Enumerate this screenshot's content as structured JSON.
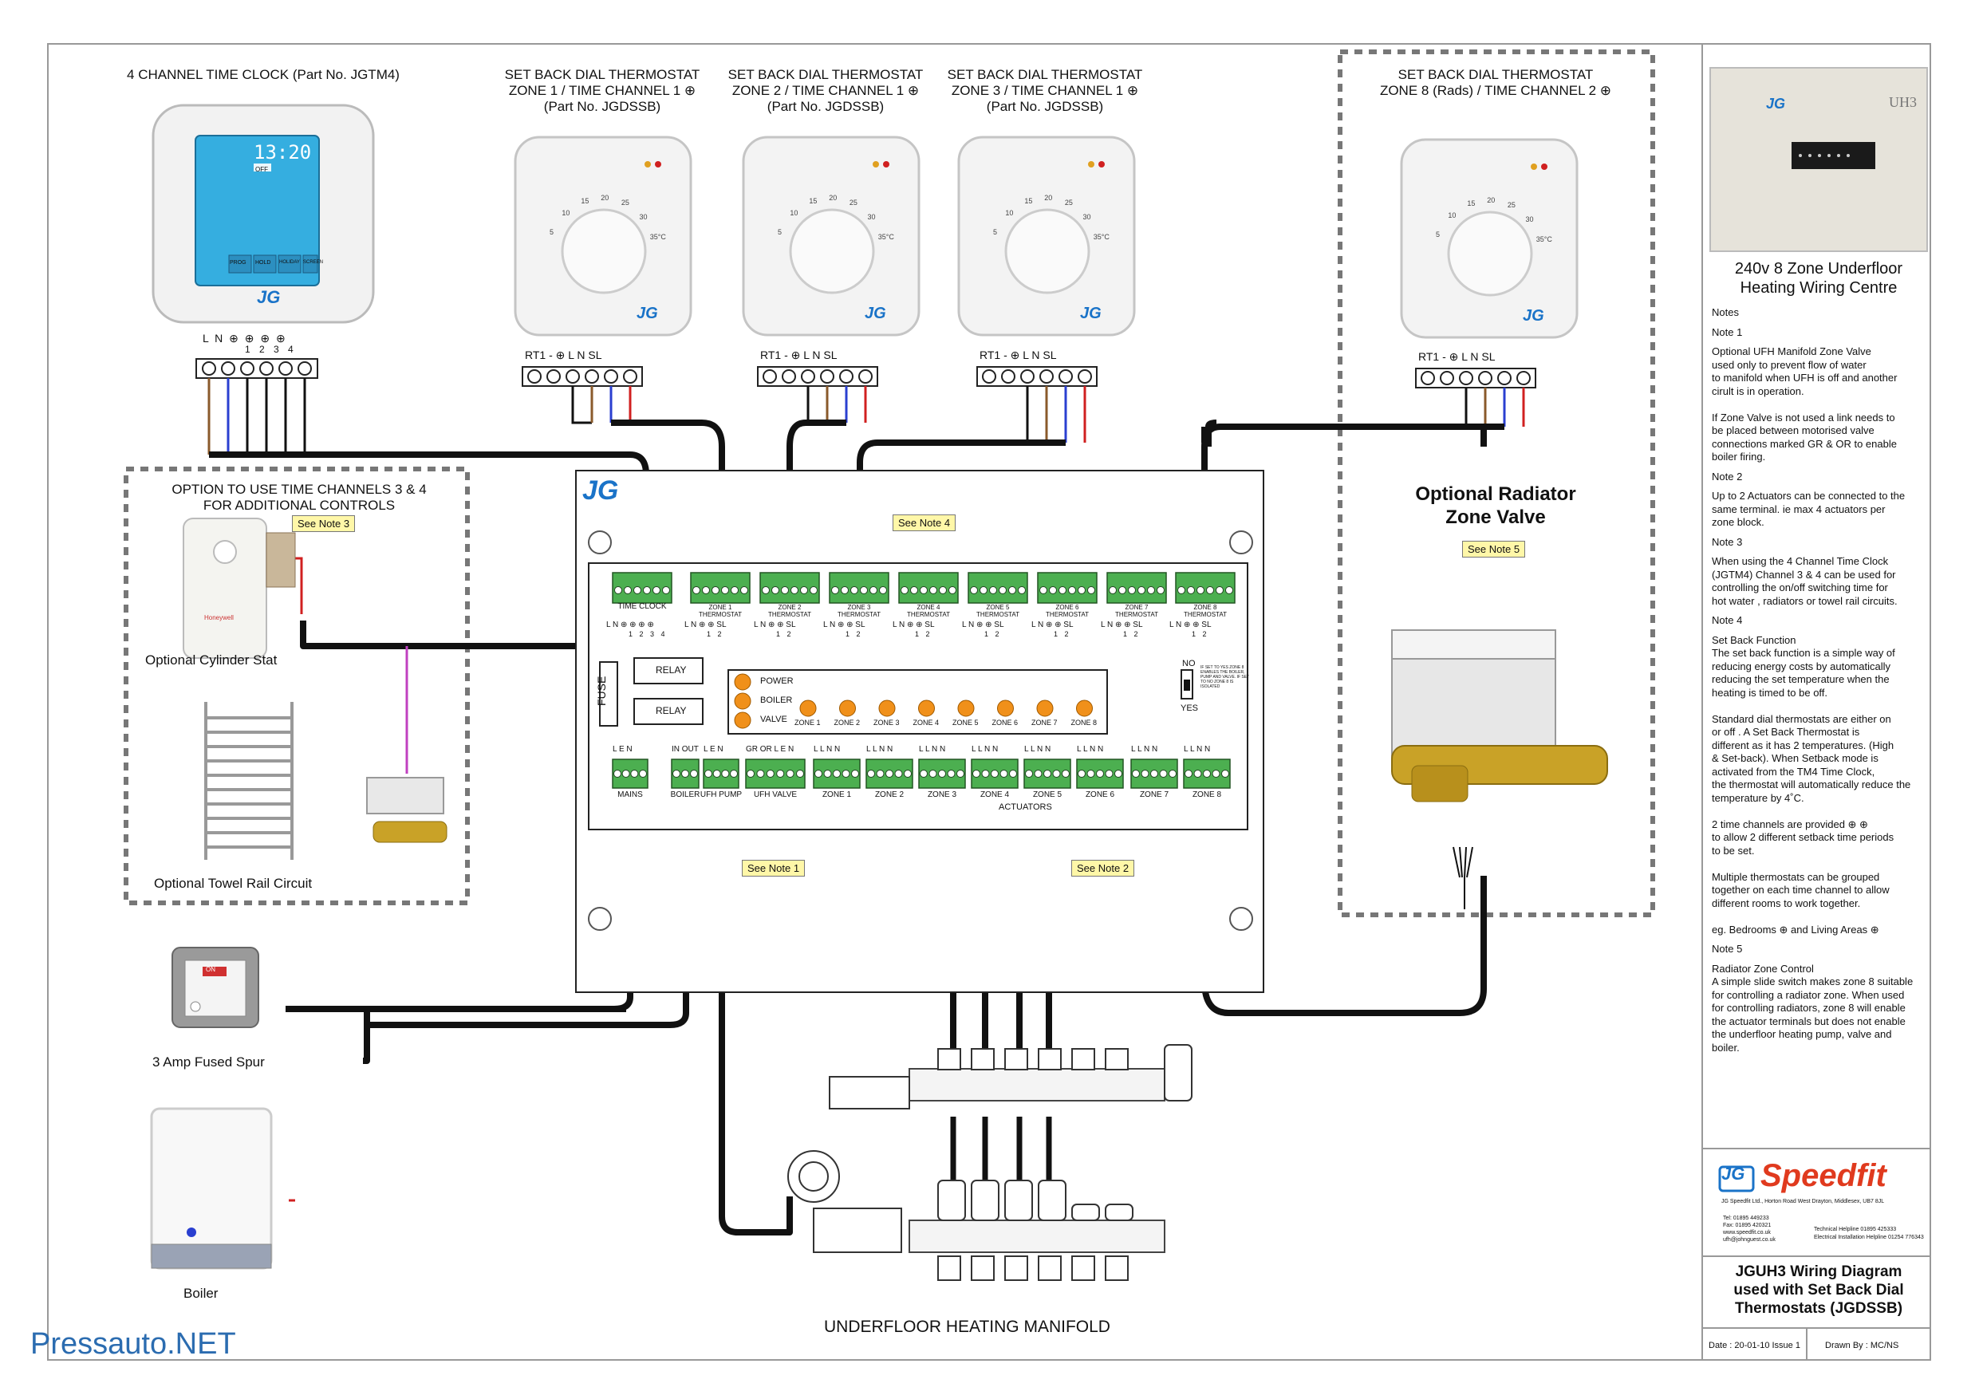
{
  "watermark": "Pressauto.NET",
  "time_clock": {
    "title": "4 CHANNEL TIME CLOCK (Part No. JGTM4)",
    "display_time": "13:20",
    "display_mode": "OFF",
    "buttons": [
      "PROG",
      "HOLD",
      "HOLIDAY",
      "SCREEN"
    ],
    "terminals": "L  N  ⊕  ⊕  ⊕  ⊕",
    "channel_numbers": "1  2  3  4"
  },
  "thermostats": [
    {
      "line1": "SET BACK DIAL THERMOSTAT",
      "line2": "ZONE 1 / TIME CHANNEL 1 ⊕",
      "line3": "(Part No. JGDSSB)",
      "terminals": "RT1 -  ⊕  L   N   SL"
    },
    {
      "line1": "SET BACK DIAL THERMOSTAT",
      "line2": "ZONE 2 / TIME CHANNEL 1 ⊕",
      "line3": "(Part No. JGDSSB)",
      "terminals": "RT1 -  ⊕  L   N   SL"
    },
    {
      "line1": "SET BACK DIAL THERMOSTAT",
      "line2": "ZONE 3 / TIME CHANNEL 1 ⊕",
      "line3": "(Part No. JGDSSB)",
      "terminals": "RT1 -  ⊕  L   N   SL"
    },
    {
      "line1": "SET BACK DIAL THERMOSTAT",
      "line2": "ZONE 8 (Rads) / TIME CHANNEL 2 ⊕",
      "line3": "",
      "terminals": "RT1 -  ⊕  L   N   SL"
    }
  ],
  "dial_scale": [
    "5",
    "10",
    "15",
    "20",
    "25",
    "30",
    "35°C"
  ],
  "brand_mark": "JG",
  "options_box": {
    "title_line1": "OPTION TO USE TIME CHANNELS 3 & 4",
    "title_line2": "FOR ADDITIONAL CONTROLS",
    "note": "See Note 3",
    "cylinder_stat": "Optional  Cylinder Stat",
    "cylinder_brand": "Honeywell",
    "towel_rail": "Optional Towel Rail Circuit"
  },
  "fused_spur": {
    "label": "3 Amp Fused Spur",
    "switch_text": "ON"
  },
  "boiler": {
    "label": "Boiler"
  },
  "manifold": {
    "label": "UNDERFLOOR HEATING MANIFOLD"
  },
  "wiring_centre": {
    "title_line1": "240v 8 Zone Underfloor",
    "title_line2": "Heating Wiring Centre",
    "model": "UH3",
    "top_blocks": [
      {
        "l1": "TIME CLOCK",
        "l2": "",
        "pins": "L  N  ⊕  ⊕  ⊕  ⊕",
        "nums": "1  2  3  4"
      },
      {
        "l1": "ZONE 1",
        "l2": "THERMOSTAT",
        "pins": "L  N  ⊕  ⊕  SL",
        "nums": "1  2"
      },
      {
        "l1": "ZONE 2",
        "l2": "THERMOSTAT",
        "pins": "L  N  ⊕  ⊕  SL",
        "nums": "1  2"
      },
      {
        "l1": "ZONE 3",
        "l2": "THERMOSTAT",
        "pins": "L  N  ⊕  ⊕  SL",
        "nums": "1  2"
      },
      {
        "l1": "ZONE 4",
        "l2": "THERMOSTAT",
        "pins": "L  N  ⊕  ⊕  SL",
        "nums": "1  2"
      },
      {
        "l1": "ZONE 5",
        "l2": "THERMOSTAT",
        "pins": "L  N  ⊕  ⊕  SL",
        "nums": "1  2"
      },
      {
        "l1": "ZONE 6",
        "l2": "THERMOSTAT",
        "pins": "L  N  ⊕  ⊕  SL",
        "nums": "1  2"
      },
      {
        "l1": "ZONE 7",
        "l2": "THERMOSTAT",
        "pins": "L  N  ⊕  ⊕  SL",
        "nums": "1  2"
      },
      {
        "l1": "ZONE 8",
        "l2": "THERMOSTAT",
        "pins": "L  N  ⊕  ⊕  SL",
        "nums": "1  2"
      }
    ],
    "fuse": "FUSE",
    "relays": [
      "RELAY",
      "RELAY"
    ],
    "status_leds": [
      "POWER",
      "BOILER",
      "VALVE"
    ],
    "zone_leds": [
      "ZONE 1",
      "ZONE 2",
      "ZONE 3",
      "ZONE 4",
      "ZONE 5",
      "ZONE 6",
      "ZONE 7",
      "ZONE 8"
    ],
    "switch_no": "NO",
    "switch_yes": "YES",
    "switch_text": "IF SET TO YES ZONE 8 ENABLES THE BOILER, PUMP AND VALVE. IF SET TO NO ZONE 8 IS ISOLATED",
    "bottom_blocks": [
      {
        "pins": "L  E  N",
        "label": "MAINS"
      },
      {
        "pins": "IN OUT",
        "label": "BOILER"
      },
      {
        "pins": "L  E  N",
        "label": "UFH PUMP"
      },
      {
        "pins": "GR OR  L  E  N",
        "label": "UFH VALVE"
      },
      {
        "pins": "L  L  N  N",
        "label": "ZONE 1"
      },
      {
        "pins": "L  L  N  N",
        "label": "ZONE 2"
      },
      {
        "pins": "L  L  N  N",
        "label": "ZONE 3"
      },
      {
        "pins": "L  L  N  N",
        "label": "ZONE 4"
      },
      {
        "pins": "L  L  N  N",
        "label": "ZONE 5"
      },
      {
        "pins": "L  L  N  N",
        "label": "ZONE 6"
      },
      {
        "pins": "L  L  N  N",
        "label": "ZONE 7"
      },
      {
        "pins": "L  L  N  N",
        "label": "ZONE 8"
      }
    ],
    "actuators": "ACTUATORS",
    "notes_on_board": [
      "See Note 4",
      "See Note 1",
      "See Note 2"
    ]
  },
  "radiator": {
    "box_title_line1": "SET BACK DIAL THERMOSTAT",
    "box_title_line2": "ZONE 8 (Rads) / TIME CHANNEL 2 ⊕",
    "title_line1": "Optional Radiator",
    "title_line2": "Zone Valve",
    "note": "See Note 5"
  },
  "notes": {
    "heading": "Notes",
    "items": [
      {
        "title": "Note 1",
        "text": "Optional UFH Manifold Zone Valve\nused only to prevent flow of water\nto manifold when UFH is off and another\ncirult is in operation.\n\nIf Zone Valve is not used a link needs to\nbe placed between motorised valve\nconnections marked GR & OR to enable\nboiler firing."
      },
      {
        "title": "Note 2",
        "text": "Up to 2 Actuators can be connected to the\nsame terminal. ie max 4 actuators per\nzone block."
      },
      {
        "title": "Note 3",
        "text": "When using the 4 Channel Time Clock\n(JGTM4) Channel 3 & 4 can be used for\ncontrolling the on/off switching time for\nhot water , radiators or towel rail circuits."
      },
      {
        "title": "Note 4",
        "text": "Set Back Function\nThe set back function is a simple way of\nreducing energy costs by automatically\nreducing the set temperature when the\nheating is timed to be off.\n\nStandard dial thermostats are either on\nor off . A Set Back Thermostat is\ndifferent as it has 2 temperatures. (High\n& Set-back). When Setback mode is\nactivated from the TM4 Time Clock,\nthe thermostat will automatically reduce the\ntemperature by 4˚C.\n\n2 time channels are provided   ⊕  ⊕\nto allow 2 different setback time periods\nto be set.\n\nMultiple thermostats can be grouped\ntogether on each time channel to allow\ndifferent rooms to  work together.\n\neg. Bedrooms  ⊕ and  Living Areas  ⊕"
      },
      {
        "title": "Note 5",
        "text": "Radiator Zone Control\nA simple slide switch makes zone 8 suitable\nfor controlling a radiator zone. When used\nfor controlling radiators, zone 8 will enable\nthe actuator terminals but does not enable\nthe underfloor heating pump, valve and\nboiler."
      }
    ]
  },
  "title_block": {
    "brand": "Speedfit",
    "address": "JG Speedfit Ltd., Horton Road West Drayton, Middlesex, UB7 8JL",
    "tel": "Tel:   01895 449233",
    "fax": "Fax:  01895 420321",
    "web": "www.speedfit.co.uk",
    "email": "ufh@johnguest.co.uk",
    "tech_helpline": "Technical Helpline 01895 425333",
    "elec_helpline": "Electrical Installation Helpline 01254 776343",
    "title_line1": "JGUH3 Wiring Diagram",
    "title_line2": "used with Set Back Dial",
    "title_line3": "Thermostats (JGDSSB)",
    "date": "Date : 20-01-10 Issue 1",
    "drawn_by": "Drawn By : MC/NS"
  },
  "colors": {
    "wire_black": "#111111",
    "wire_brown": "#8a5a2b",
    "wire_blue": "#2a3fd0",
    "wire_red": "#d02020",
    "wire_green": "#2a9a3a",
    "wire_yellow": "#e0c020",
    "wire_purple": "#c040c0",
    "terminal_green": "#4caf50",
    "led_orange": "#f0901a",
    "note_yellow": "#fff7a8",
    "brand_blue": "#1a73c8",
    "brand_red": "#e03a1e",
    "lcd_blue": "#35aee0"
  }
}
